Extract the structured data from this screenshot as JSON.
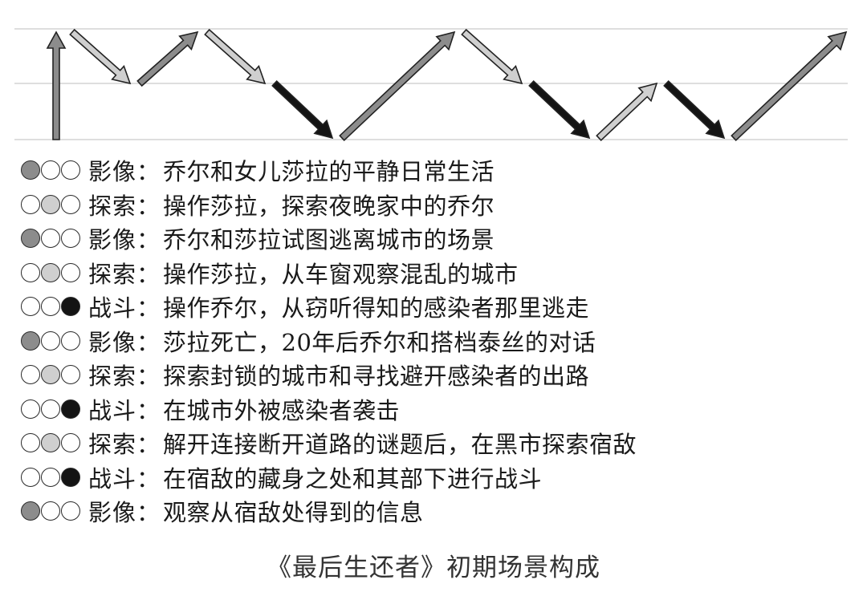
{
  "caption": "《最后生还者》初期场景构成",
  "colors": {
    "影像": "#8c8c8c",
    "探索": "#cfcfcf",
    "战斗": "#141414",
    "guide_line": "#d4d4d4",
    "arrow_outline": "#222222"
  },
  "flow_levels": [
    "影像",
    "探索",
    "战斗"
  ],
  "scenes": [
    {
      "category": "影像",
      "colon": "：",
      "text": "乔尔和女儿莎拉的平静日常生活"
    },
    {
      "category": "探索",
      "colon": "：",
      "text": "操作莎拉，探索夜晚家中的乔尔"
    },
    {
      "category": "影像",
      "colon": "：",
      "text": "乔尔和莎拉试图逃离城市的场景"
    },
    {
      "category": "探索",
      "colon": "：",
      "text": "操作莎拉，从车窗观察混乱的城市"
    },
    {
      "category": "战斗",
      "colon": "：",
      "text": "操作乔尔，从窃听得知的感染者那里逃走"
    },
    {
      "category": "影像",
      "colon": "：",
      "text": "莎拉死亡，20年后乔尔和搭档泰丝的对话"
    },
    {
      "category": "探索",
      "colon": "：",
      "text": "探索封锁的城市和寻找避开感染者的出路"
    },
    {
      "category": "战斗",
      "colon": "：",
      "text": "在城市外被感染者袭击"
    },
    {
      "category": "探索",
      "colon": "：",
      "text": "解开连接断开道路的谜题后，在黑市探索宿敌"
    },
    {
      "category": "战斗",
      "colon": "：",
      "text": "在宿敌的藏身之处和其部下进行战斗"
    },
    {
      "category": "影像",
      "colon": "：",
      "text": "观察从宿敌处得到的信息"
    }
  ]
}
